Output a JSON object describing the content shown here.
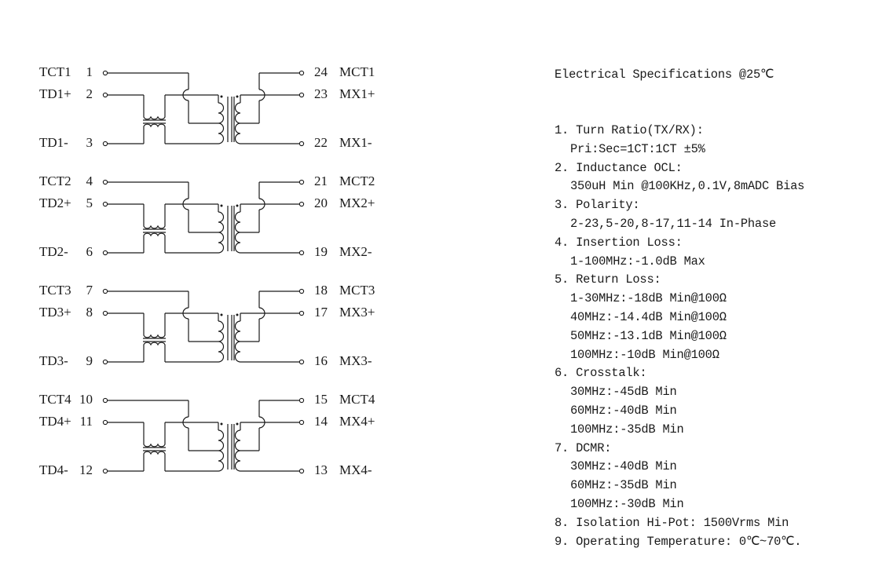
{
  "transformers": [
    {
      "center_tap": {
        "pin": "1",
        "label": "TCT1"
      },
      "plus": {
        "pin": "2",
        "label": "TD1+"
      },
      "minus": {
        "pin": "3",
        "label": "TD1-"
      },
      "sec_center": {
        "pin": "24",
        "label": "MCT1"
      },
      "sec_plus": {
        "pin": "23",
        "label": "MX1+"
      },
      "sec_minus": {
        "pin": "22",
        "label": "MX1-"
      }
    },
    {
      "center_tap": {
        "pin": "4",
        "label": "TCT2"
      },
      "plus": {
        "pin": "5",
        "label": "TD2+"
      },
      "minus": {
        "pin": "6",
        "label": "TD2-"
      },
      "sec_center": {
        "pin": "21",
        "label": "MCT2"
      },
      "sec_plus": {
        "pin": "20",
        "label": "MX2+"
      },
      "sec_minus": {
        "pin": "19",
        "label": "MX2-"
      }
    },
    {
      "center_tap": {
        "pin": "7",
        "label": "TCT3"
      },
      "plus": {
        "pin": "8",
        "label": "TD3+"
      },
      "minus": {
        "pin": "9",
        "label": "TD3-"
      },
      "sec_center": {
        "pin": "18",
        "label": "MCT3"
      },
      "sec_plus": {
        "pin": "17",
        "label": "MX3+"
      },
      "sec_minus": {
        "pin": "16",
        "label": "MX3-"
      }
    },
    {
      "center_tap": {
        "pin": "10",
        "label": "TCT4"
      },
      "plus": {
        "pin": "11",
        "label": "TD4+"
      },
      "minus": {
        "pin": "12",
        "label": "TD4-"
      },
      "sec_center": {
        "pin": "15",
        "label": "MCT4"
      },
      "sec_plus": {
        "pin": "14",
        "label": "MX4+"
      },
      "sec_minus": {
        "pin": "13",
        "label": "MX4-"
      }
    }
  ],
  "specs": {
    "title": "Electrical Specifications @25℃",
    "items": [
      {
        "heading": "1. Turn Ratio(TX/RX):",
        "lines": [
          "Pri:Sec=1CT:1CT ±5%"
        ]
      },
      {
        "heading": "2. Inductance OCL:",
        "lines": [
          "350uH Min @100KHz,0.1V,8mADC Bias"
        ]
      },
      {
        "heading": "3. Polarity:",
        "lines": [
          "2-23,5-20,8-17,11-14 In-Phase"
        ]
      },
      {
        "heading": "4. Insertion Loss:",
        "lines": [
          "1-100MHz:-1.0dB Max"
        ]
      },
      {
        "heading": "5. Return Loss:",
        "lines": [
          "1-30MHz:-18dB Min@100Ω",
          "40MHz:-14.4dB Min@100Ω",
          "50MHz:-13.1dB Min@100Ω",
          "100MHz:-10dB Min@100Ω"
        ]
      },
      {
        "heading": "6. Crosstalk:",
        "lines": [
          "30MHz:-45dB Min",
          "60MHz:-40dB Min",
          "100MHz:-35dB Min"
        ]
      },
      {
        "heading": "7. DCMR:",
        "lines": [
          "30MHz:-40dB Min",
          "60MHz:-35dB Min",
          "100MHz:-30dB Min"
        ]
      },
      {
        "heading": "8. Isolation Hi-Pot: 1500Vrms Min",
        "lines": []
      },
      {
        "heading": "9. Operating Temperature: 0℃~70℃.",
        "lines": []
      }
    ]
  }
}
